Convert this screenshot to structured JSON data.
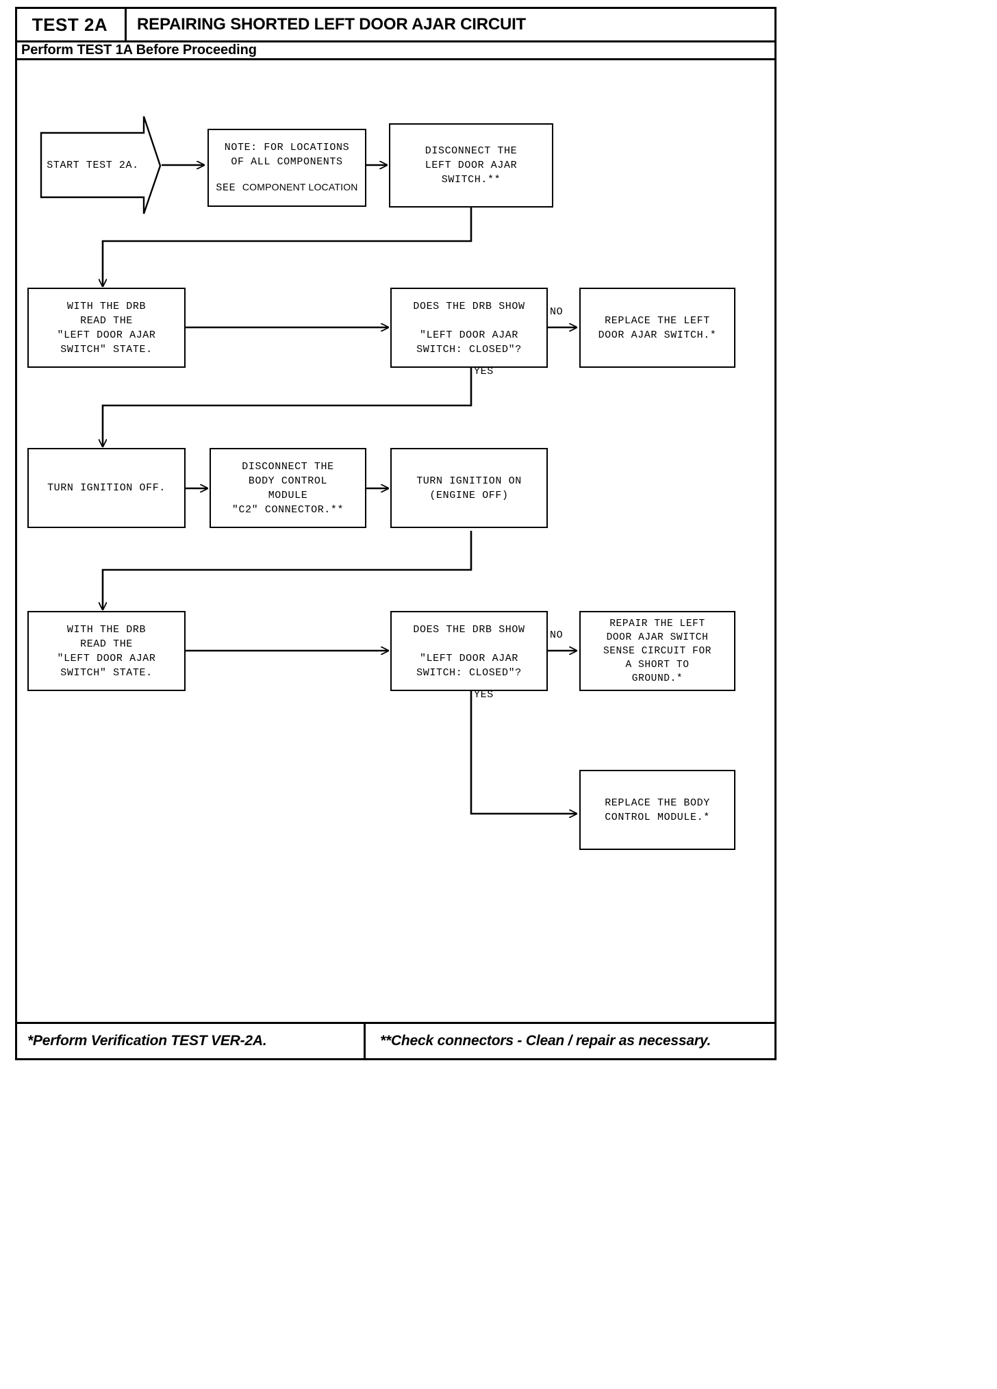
{
  "header": {
    "test_id": "TEST 2A",
    "title": "REPAIRING SHORTED LEFT DOOR AJAR CIRCUIT",
    "subtitle": "Perform TEST 1A Before Proceeding"
  },
  "footer": {
    "left_note": "*Perform Verification TEST VER-2A.",
    "right_note": "**Check connectors - Clean / repair as necessary."
  },
  "flowchart": {
    "type": "flowchart",
    "nodes": [
      {
        "id": "start",
        "shape": "arrow-pentagon",
        "text": "START TEST 2A."
      },
      {
        "id": "note",
        "shape": "rect",
        "line1": "NOTE: FOR LOCATIONS",
        "line2": "OF ALL COMPONENTS",
        "see_keyword": "SEE",
        "see_reference": "COMPONENT LOCATION"
      },
      {
        "id": "disconnect_switch",
        "shape": "rect",
        "text": "DISCONNECT THE\nLEFT DOOR AJAR\nSWITCH.**"
      },
      {
        "id": "read_state_1",
        "shape": "rect",
        "text": "WITH THE DRB\nREAD THE\n\"LEFT DOOR AJAR\nSWITCH\" STATE."
      },
      {
        "id": "decision_1",
        "shape": "rect",
        "text": "DOES THE DRB SHOW\n\n\"LEFT DOOR AJAR\nSWITCH: CLOSED\"?"
      },
      {
        "id": "replace_switch",
        "shape": "rect",
        "text": "REPLACE THE LEFT\nDOOR AJAR SWITCH.*"
      },
      {
        "id": "ignition_off",
        "shape": "rect",
        "text": "TURN IGNITION OFF."
      },
      {
        "id": "disconnect_bcm",
        "shape": "rect",
        "text": "DISCONNECT THE\nBODY CONTROL\nMODULE\n\"C2\" CONNECTOR.**"
      },
      {
        "id": "ignition_on",
        "shape": "rect",
        "text": "TURN IGNITION ON\n(ENGINE OFF)"
      },
      {
        "id": "read_state_2",
        "shape": "rect",
        "text": "WITH THE DRB\nREAD THE\n\"LEFT DOOR AJAR\nSWITCH\" STATE."
      },
      {
        "id": "decision_2",
        "shape": "rect",
        "text": "DOES THE DRB SHOW\n\n\"LEFT DOOR AJAR\nSWITCH: CLOSED\"?"
      },
      {
        "id": "repair_circuit",
        "shape": "rect",
        "text": "REPAIR THE LEFT\nDOOR AJAR SWITCH\nSENSE CIRCUIT FOR\nA SHORT TO\nGROUND.*"
      },
      {
        "id": "replace_bcm",
        "shape": "rect",
        "text": "REPLACE THE BODY\nCONTROL MODULE.*"
      }
    ],
    "branch_labels": {
      "decision_1_no": "NO",
      "decision_1_yes": "YES",
      "decision_2_no": "NO",
      "decision_2_yes": "YES"
    },
    "edges": [
      {
        "from": "start",
        "to": "note",
        "label": ""
      },
      {
        "from": "note",
        "to": "disconnect_switch",
        "label": ""
      },
      {
        "from": "disconnect_switch",
        "to": "read_state_1",
        "label": ""
      },
      {
        "from": "read_state_1",
        "to": "decision_1",
        "label": ""
      },
      {
        "from": "decision_1",
        "to": "replace_switch",
        "label": "NO"
      },
      {
        "from": "decision_1",
        "to": "ignition_off",
        "label": "YES"
      },
      {
        "from": "ignition_off",
        "to": "disconnect_bcm",
        "label": ""
      },
      {
        "from": "disconnect_bcm",
        "to": "ignition_on",
        "label": ""
      },
      {
        "from": "ignition_on",
        "to": "read_state_2",
        "label": ""
      },
      {
        "from": "read_state_2",
        "to": "decision_2",
        "label": ""
      },
      {
        "from": "decision_2",
        "to": "repair_circuit",
        "label": "NO"
      },
      {
        "from": "decision_2",
        "to": "replace_bcm",
        "label": "YES"
      }
    ]
  },
  "colors": {
    "ink": "#000000",
    "paper": "#ffffff"
  }
}
